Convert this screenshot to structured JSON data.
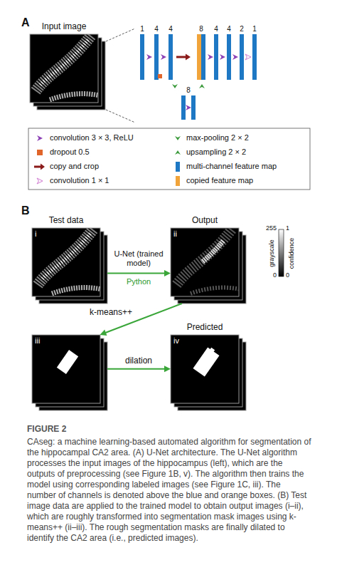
{
  "diagram": {
    "caption": "CAseg: a machine learning-based automated algorithm for segmentation of the hippocampal CA2 area. (A) U-Net architecture. The U-Net algorithm processes the input images of the hippocampus (left), which are the outputs of preprocessing (see Figure 1B, v). The algorithm then trains the model using corresponding labeled images (see Figure 1C, iii). The number of channels is denoted above the blue and orange boxes. (B) Test image data are applied to the trained model to obtain output images (i–ii), which are roughly transformed into segmentation mask images using k-means++ (ii–iii). The rough segmentation masks are finally dilated to identify the CA2 area (i.e., predicted images).",
    "nodes": [
      {
        "text": [
          "Input image"
        ]
      },
      {
        "text": [
          "Test data",
          "i"
        ]
      },
      {
        "text": [
          "Output",
          "ii"
        ]
      },
      {
        "text": [
          "iii"
        ]
      },
      {
        "text": [
          "Predicted",
          "iv"
        ]
      }
    ],
    "edges": [
      {
        "from": 1,
        "to": 2,
        "arrow": "to",
        "label": "U-Net (trained model)"
      },
      {
        "from": 2,
        "to": 3,
        "arrow": "to",
        "label": "k-means++"
      },
      {
        "from": 3,
        "to": 4,
        "arrow": "to",
        "label": "dilation"
      }
    ],
    "labels": [
      "A",
      "1",
      "4",
      "4",
      "8",
      "4",
      "4",
      "2",
      "1",
      "8",
      "B",
      "255",
      "0",
      "1",
      "0",
      "grayscale",
      "confidence",
      "Python",
      "FIGURE 2"
    ],
    "legend": [
      {
        "text": "convolution 3 × 3, ReLU"
      },
      {
        "text": "max-pooling 2 × 2"
      },
      {
        "text": "dropout 0.5",
        "color": "#e0652a"
      },
      {
        "text": "upsampling 2 × 2"
      },
      {
        "text": "copy and crop"
      },
      {
        "text": "multi-channel feature map",
        "color": "#1f78c4"
      },
      {
        "text": "convolution 1 × 1"
      },
      {
        "text": "copied feature map",
        "color": "#f0a43a"
      }
    ]
  }
}
